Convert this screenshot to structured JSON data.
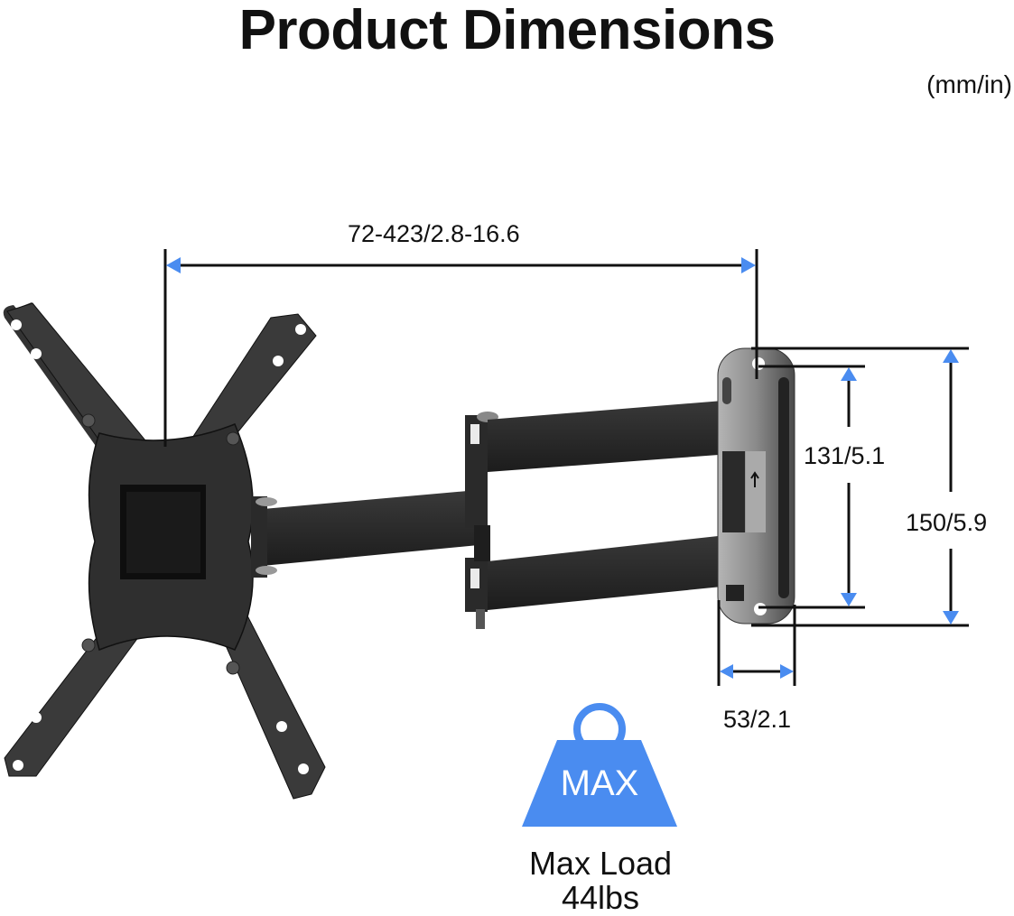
{
  "header": {
    "title": "Product Dimensions",
    "units": "(mm/in)"
  },
  "colors": {
    "arrow_accent": "#4a8cf0",
    "weight_fill": "#4a8cf0",
    "mount_dark": "#2a2a2a",
    "mount_mid": "#444444",
    "plate_silver": "#9a9a9a",
    "line": "#111111"
  },
  "dimensions": {
    "extension": {
      "label": "72-423/2.8-16.6",
      "mm": "72-423",
      "in": "2.8-16.6"
    },
    "hole_spacing": {
      "label": "131/5.1",
      "mm": 131,
      "in": 5.1
    },
    "plate_height": {
      "label": "150/5.9",
      "mm": 150,
      "in": 5.9
    },
    "plate_width": {
      "label": "53/2.1",
      "mm": 53,
      "in": 2.1
    }
  },
  "max_load": {
    "icon": "weight-icon",
    "badge_text": "MAX",
    "line1": "Max Load",
    "line2": "44lbs"
  }
}
